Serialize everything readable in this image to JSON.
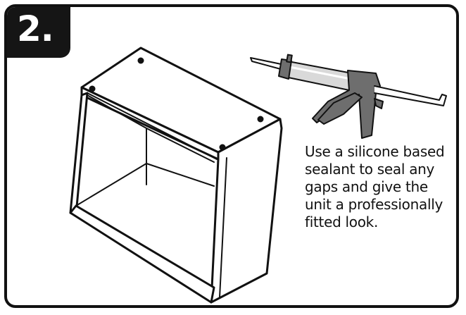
{
  "step": {
    "number": "2."
  },
  "instruction": {
    "text": "Use a silicone based sealant to seal any gaps and give the unit a professionally fitted look."
  },
  "colors": {
    "border": "#111111",
    "badge": "#151515",
    "gun_body": "#6e6e6e",
    "gun_tube": "#d9d9d9"
  },
  "icons": [
    "cabinet-illustration",
    "sealant-gun-illustration"
  ]
}
